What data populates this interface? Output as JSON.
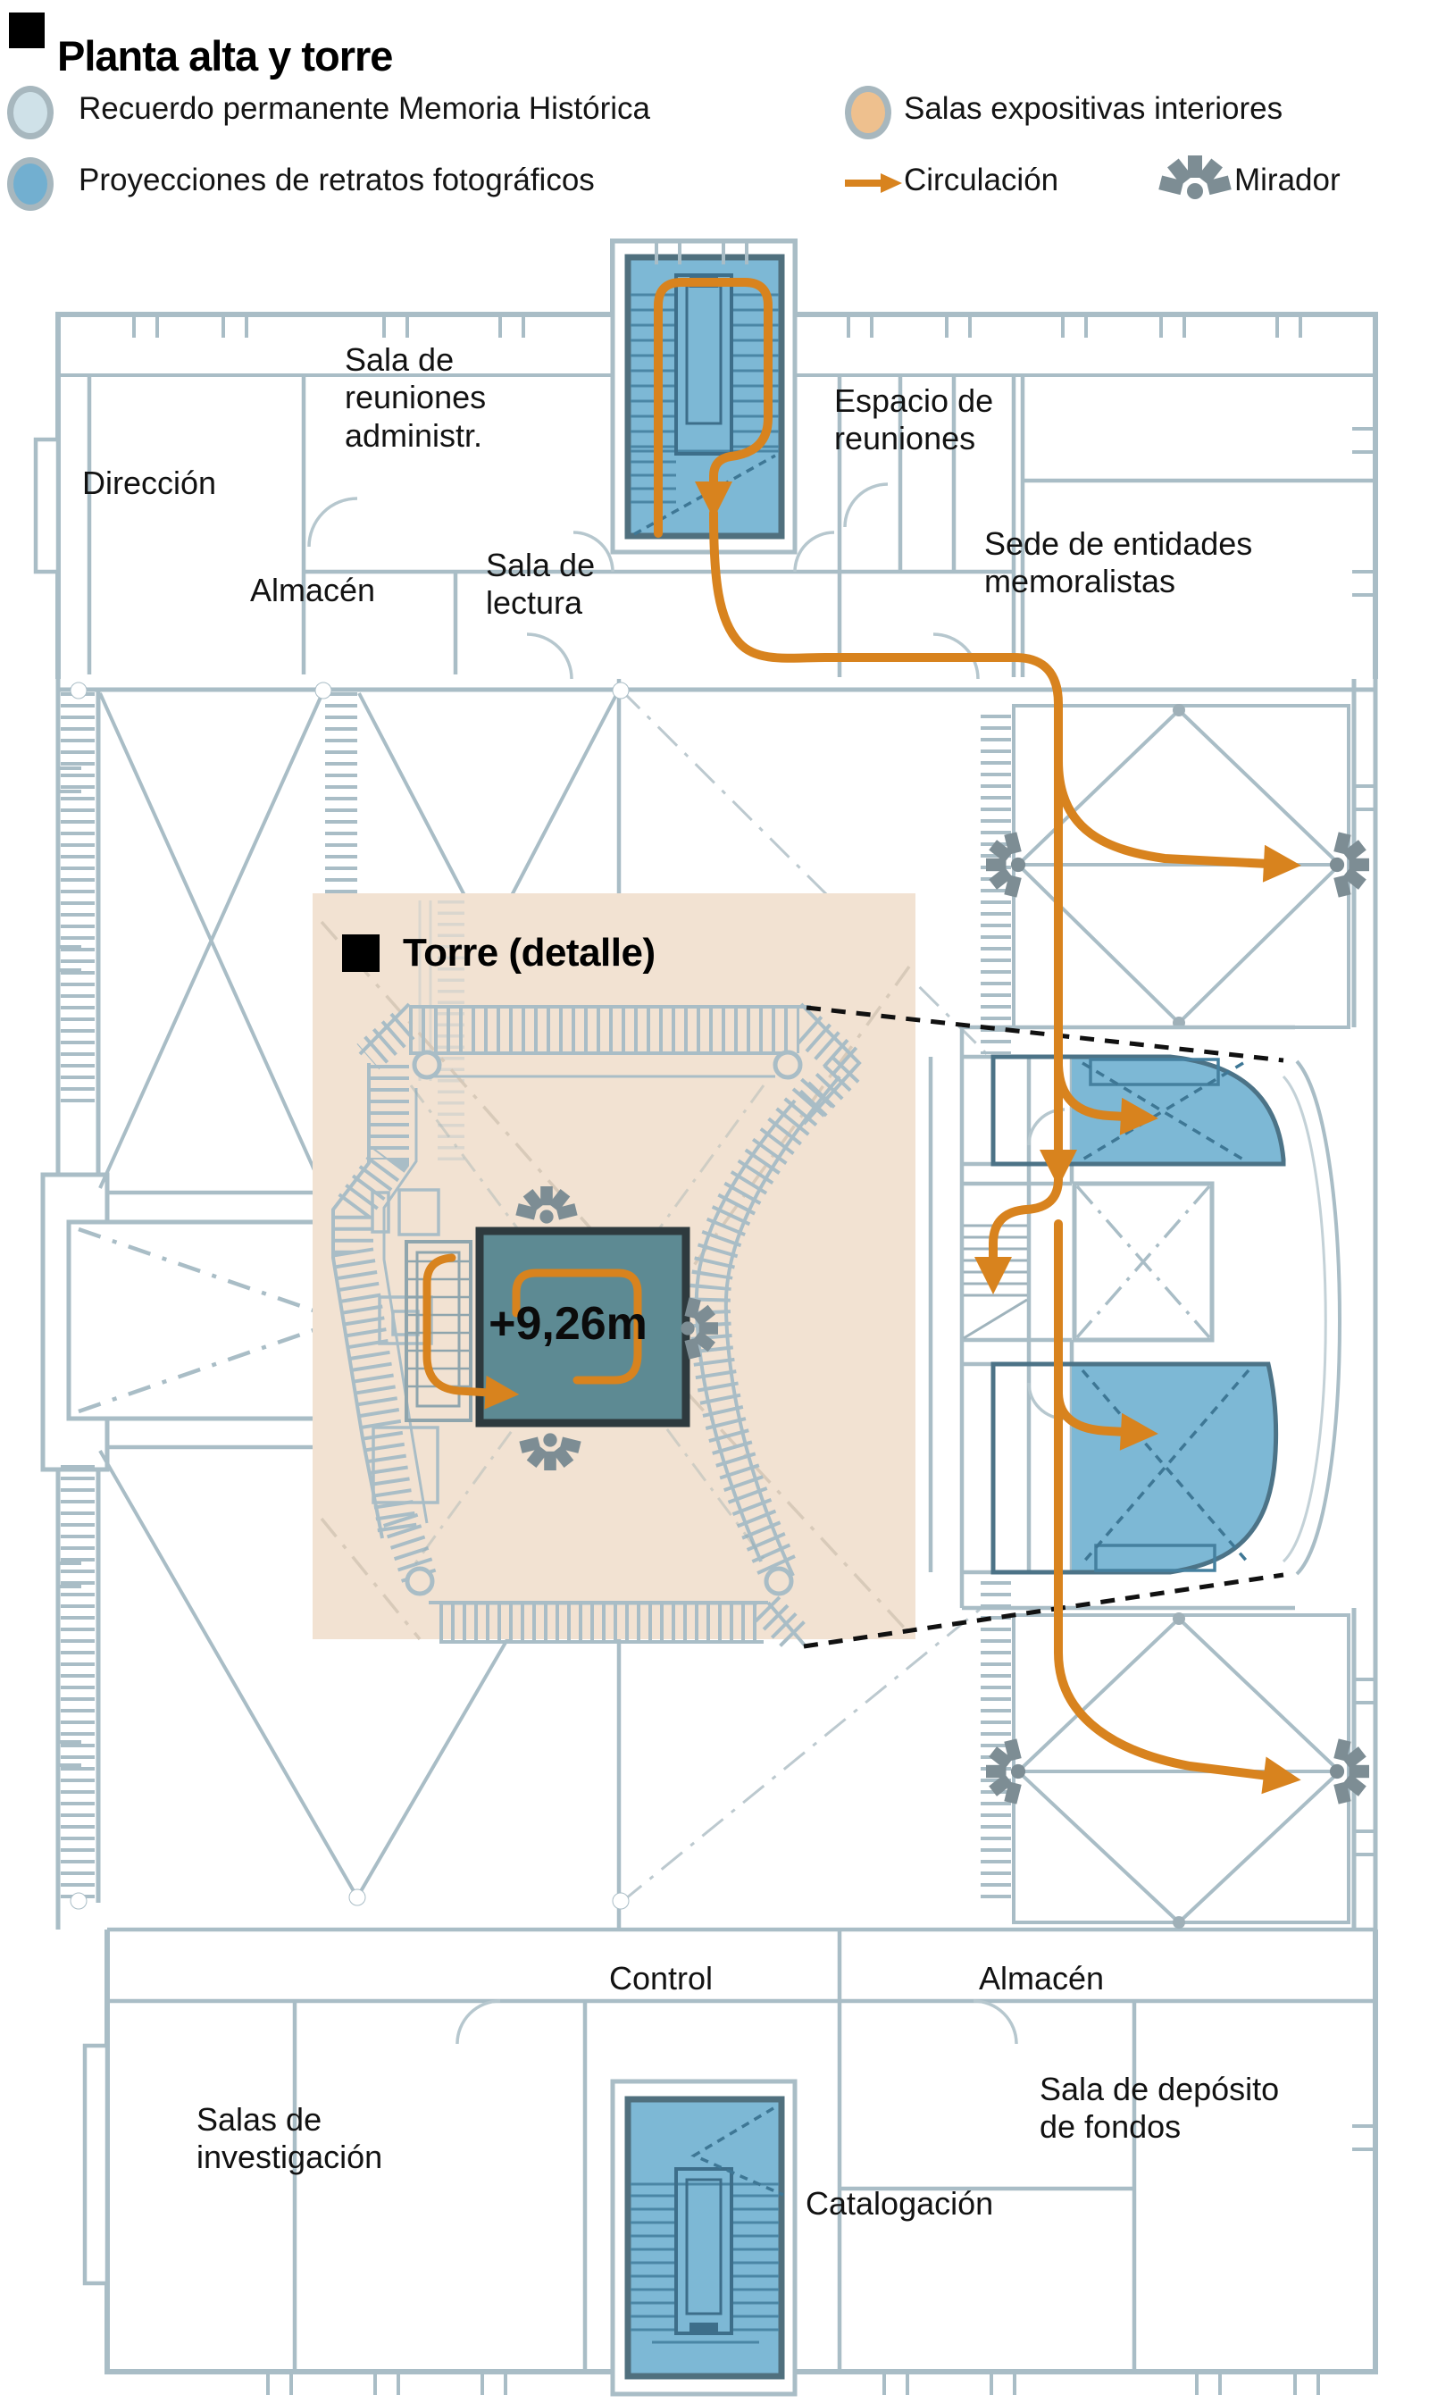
{
  "title": "Planta alta y torre",
  "legend": {
    "items": [
      {
        "id": "recuerdo",
        "swatch": "circle",
        "color": "#cfe1e8",
        "label": "Recuerdo permanente Memoria Histórica"
      },
      {
        "id": "proyecciones",
        "swatch": "circle",
        "color": "#72afd0",
        "label": "Proyecciones de retratos fotográficos"
      },
      {
        "id": "salas",
        "swatch": "circle",
        "color": "#eec08e",
        "label": "Salas expositivas interiores"
      },
      {
        "id": "circulacion",
        "swatch": "arrow",
        "color": "#d8831e",
        "label": "Circulación"
      },
      {
        "id": "mirador",
        "swatch": "fan",
        "color": "#7d8d94",
        "label": "Mirador"
      }
    ]
  },
  "floor_plan": {
    "rooms": {
      "direccion": {
        "label": "Dirección"
      },
      "sala_reuniones": {
        "label": "Sala de\nreuniones\nadministr."
      },
      "almacen_top": {
        "label": "Almacén"
      },
      "sala_lectura": {
        "label": "Sala de\nlectura"
      },
      "espacio_reuniones": {
        "label": "Espacio de\nreuniones"
      },
      "sede_entidades": {
        "label": "Sede de entidades\nmemoralistas"
      },
      "control": {
        "label": "Control"
      },
      "almacen_bottom": {
        "label": "Almacén"
      },
      "salas_investigacion": {
        "label": "Salas de\ninvestigación"
      },
      "catalogacion": {
        "label": "Catalogación"
      },
      "sala_deposito": {
        "label": "Sala de depósito\nde fondos"
      }
    },
    "tower_inset": {
      "title": "Torre (detalle)",
      "elevation": "+9,26m"
    }
  },
  "colors": {
    "wall": "#a9bdc6",
    "stairwell_fill": "#7db8d5",
    "stairwell_border": "#50707e",
    "projection_room": "#7db8d5",
    "tower_platform": "#5d8a93",
    "inset_background": "#f2e2d2",
    "circulation": "#d8831e",
    "mirador": "#7d8d94",
    "connector": "#111111"
  }
}
